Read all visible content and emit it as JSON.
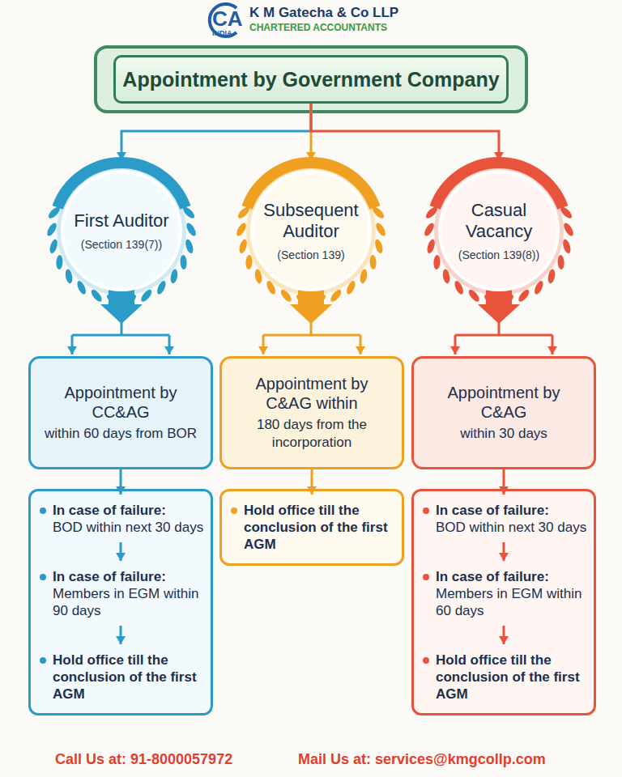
{
  "diagram": {
    "nodes": [
      {
        "text": [
          "Appointment by Government Company"
        ]
      },
      {
        "text": [
          "First Auditor",
          "(Section 139(7))"
        ]
      },
      {
        "text": [
          "Subsequent Auditor",
          "(Section 139)"
        ]
      },
      {
        "text": [
          "Casual Vacancy",
          "(Section 139(8))"
        ]
      },
      {
        "text": [
          "Appointment by CC&AG",
          "within 60 days from BOR"
        ]
      },
      {
        "text": [
          "Appointment by C&AG within",
          "180 days from the incorporation"
        ]
      },
      {
        "text": [
          "Appointment by C&AG",
          "within 30 days"
        ]
      },
      {
        "text": [
          "In case of failure:",
          "BOD within next 30 days"
        ]
      },
      {
        "text": [
          "In case of failure:",
          "Members in EGM within 90 days"
        ]
      },
      {
        "text": [
          "Hold office till the conclusion of the first AGM"
        ]
      },
      {
        "text": [
          "Hold office till the conclusion of the first AGM"
        ]
      },
      {
        "text": [
          "In case of failure:",
          "BOD within next 30 days"
        ]
      },
      {
        "text": [
          "In case of failure:",
          "Members in EGM within 60 days"
        ]
      },
      {
        "text": [
          "Hold office till the conclusion of the first AGM"
        ]
      }
    ],
    "edges": [
      {
        "from": 0,
        "to": 1,
        "arrow": "to"
      },
      {
        "from": 0,
        "to": 2,
        "arrow": "to"
      },
      {
        "from": 0,
        "to": 3,
        "arrow": "to"
      },
      {
        "from": 1,
        "to": 4,
        "arrow": "to"
      },
      {
        "from": 2,
        "to": 5,
        "arrow": "to"
      },
      {
        "from": 3,
        "to": 6,
        "arrow": "to"
      },
      {
        "from": 4,
        "to": 7,
        "arrow": "to"
      },
      {
        "from": 7,
        "to": 8,
        "arrow": "to"
      },
      {
        "from": 8,
        "to": 9,
        "arrow": "to"
      },
      {
        "from": 5,
        "to": 10,
        "arrow": "to"
      },
      {
        "from": 6,
        "to": 11,
        "arrow": "to"
      },
      {
        "from": 11,
        "to": 12,
        "arrow": "to"
      },
      {
        "from": 12,
        "to": 13,
        "arrow": "to"
      }
    ],
    "labels": [
      "CA",
      "INDIA",
      "K M Gatecha & Co LLP",
      "CHARTERED ACCOUNTANTS",
      "Call Us at: 91-8000057972",
      "Mail Us at: services@kmgcollp.com"
    ]
  }
}
